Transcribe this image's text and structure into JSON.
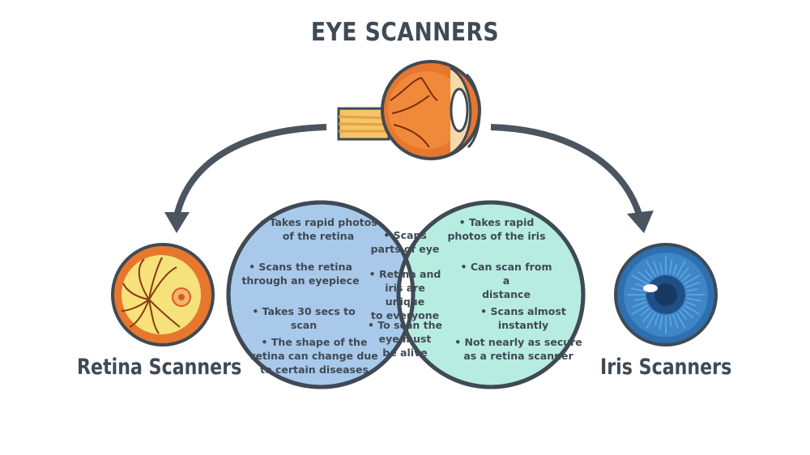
{
  "title": "EYE SCANNERS",
  "retina": {
    "label": "Retina Scanners",
    "points": [
      "• Takes rapid photos\nof the retina",
      "• Scans the retina\nthrough an eyepiece",
      "• Takes 30 secs to scan",
      "• The shape of the\nretina can change due\nto certain diseases"
    ]
  },
  "shared": {
    "points": [
      "• Scans\nparts of eye",
      "• Retina and\niris are unique\nto everyone",
      "• To scan the\neye must\nbe alive"
    ]
  },
  "iris": {
    "label": "Iris Scanners",
    "points": [
      "• Takes rapid\nphotos of the iris",
      "• Can scan from a\ndistance",
      "• Scans almost instantly",
      "• Not nearly as secure\nas a retina scanner"
    ]
  },
  "colors": {
    "outline": "#3f4a55",
    "retina_circle": "#a9c9ea",
    "iris_circle": "#b7ece1",
    "overlap": "#ffffff",
    "eye_orange": "#e8772e",
    "iris_blue": "#2d6fb0"
  },
  "icons": [
    "eyeball-cross-section-icon",
    "retina-icon",
    "iris-icon"
  ]
}
